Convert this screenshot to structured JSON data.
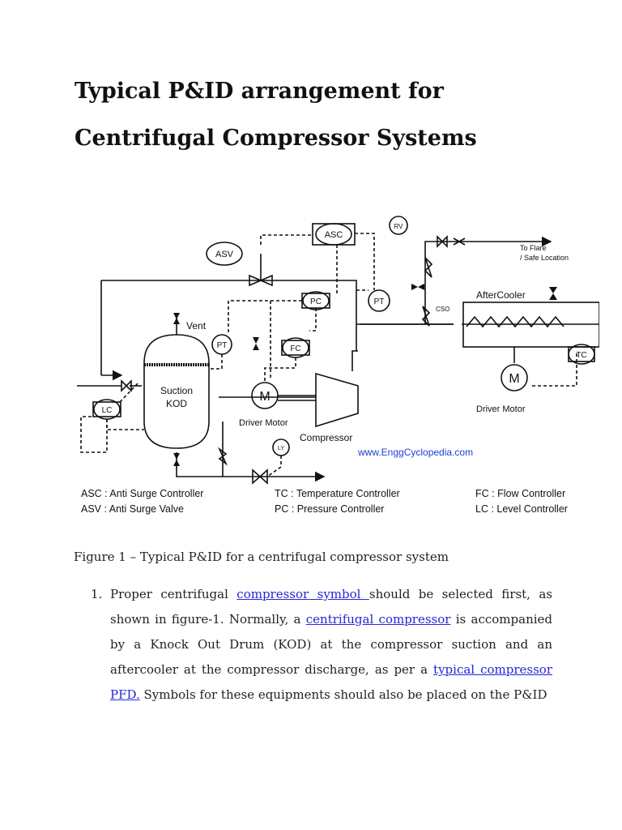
{
  "title": {
    "line1": "Typical P&ID arrangement for",
    "line2": "Centrifugal Compressor Systems"
  },
  "figure": {
    "tags": {
      "asv": "ASV",
      "asc": "ASC",
      "rv": "RV",
      "pc": "PC",
      "pt_top": "PT",
      "pt_left": "PT",
      "fc": "FC",
      "lc": "LC",
      "tc": "TC",
      "ly": "LY",
      "motor_left": "M",
      "motor_right": "M"
    },
    "labels": {
      "vent": "Vent",
      "suction": "Suction",
      "kod": "KOD",
      "driver_motor_left": "Driver Motor",
      "driver_motor_right": "Driver Motor",
      "compressor": "Compressor",
      "aftercooler": "AfterCooler",
      "cso": "CSO",
      "to_flare_1": "To Flare",
      "to_flare_2": "/ Safe Location",
      "website": "www.EnggCyclopedia.com"
    },
    "legend": {
      "asc": "ASC : Anti Surge Controller",
      "asv": "ASV : Anti Surge Valve",
      "tc": "TC : Temperature Controller",
      "pc": "PC : Pressure Controller",
      "fc": "FC : Flow Controller",
      "lc": "LC : Level Controller"
    },
    "colors": {
      "website": "#1a3fd6",
      "link": "#2626d6"
    }
  },
  "caption": "Figure 1 – Typical P&ID for a centrifugal compressor system",
  "step1": {
    "number": "1.",
    "t1": "Proper centrifugal ",
    "link1": "compressor symbol ",
    "t2": "should be selected first, as shown in figure-1. Normally, a ",
    "link2": "centrifugal compressor",
    "t3": " is accompanied by a Knock Out Drum (KOD) at the compressor suction and an aftercooler at the compressor discharge, as per a ",
    "link3": "typical compressor PFD.",
    "t4": " Symbols for these equipments should also be placed on the P&ID"
  }
}
